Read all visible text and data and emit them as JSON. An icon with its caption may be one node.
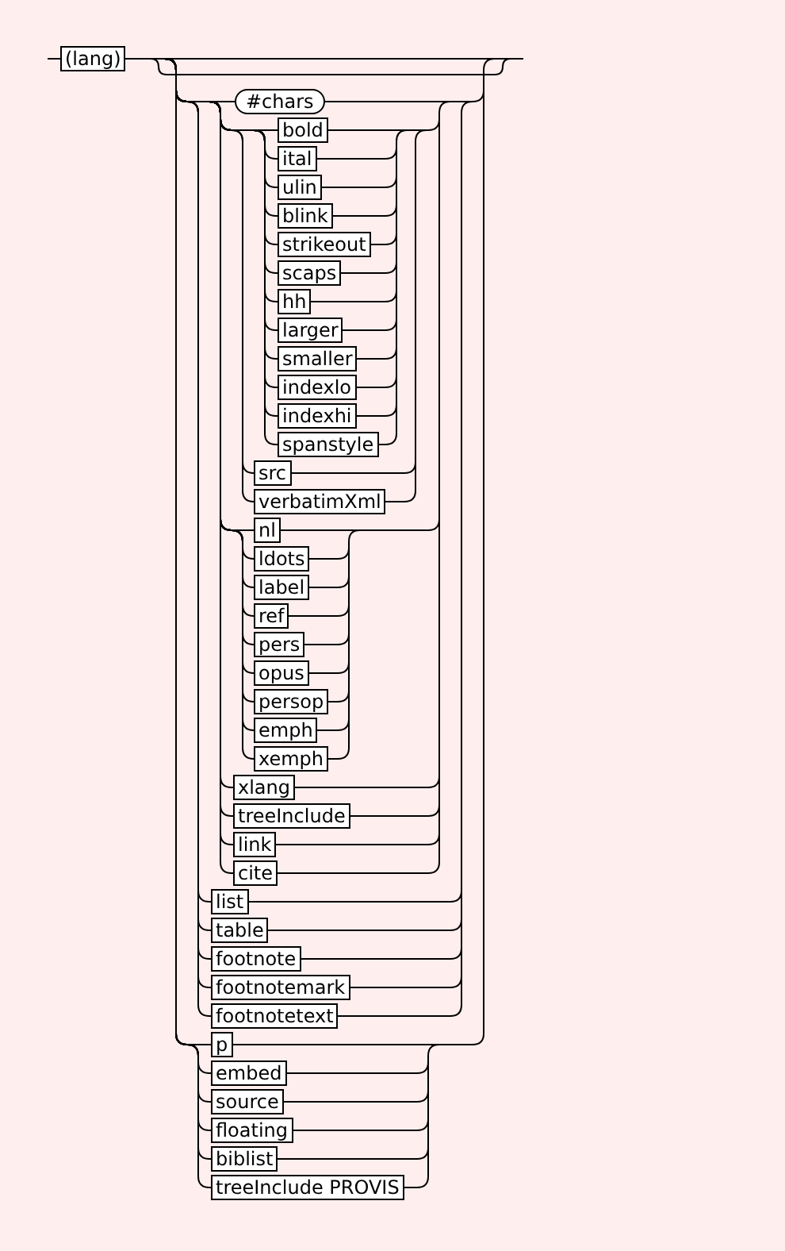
{
  "diagram": {
    "nodes": [
      {
        "text": [
          "(lang)"
        ]
      },
      {
        "text": [
          "#chars"
        ]
      },
      {
        "text": [
          "bold"
        ]
      },
      {
        "text": [
          "ital"
        ]
      },
      {
        "text": [
          "ulin"
        ]
      },
      {
        "text": [
          "blink"
        ]
      },
      {
        "text": [
          "strikeout"
        ]
      },
      {
        "text": [
          "scaps"
        ]
      },
      {
        "text": [
          "hh"
        ]
      },
      {
        "text": [
          "larger"
        ]
      },
      {
        "text": [
          "smaller"
        ]
      },
      {
        "text": [
          "indexlo"
        ]
      },
      {
        "text": [
          "indexhi"
        ]
      },
      {
        "text": [
          "spanstyle"
        ]
      },
      {
        "text": [
          "src"
        ]
      },
      {
        "text": [
          "verbatimXml"
        ]
      },
      {
        "text": [
          "nl"
        ]
      },
      {
        "text": [
          "ldots"
        ]
      },
      {
        "text": [
          "label"
        ]
      },
      {
        "text": [
          "ref"
        ]
      },
      {
        "text": [
          "pers"
        ]
      },
      {
        "text": [
          "opus"
        ]
      },
      {
        "text": [
          "persop"
        ]
      },
      {
        "text": [
          "emph"
        ]
      },
      {
        "text": [
          "xemph"
        ]
      },
      {
        "text": [
          "xlang"
        ]
      },
      {
        "text": [
          "treeInclude"
        ]
      },
      {
        "text": [
          "link"
        ]
      },
      {
        "text": [
          "cite"
        ]
      },
      {
        "text": [
          "list"
        ]
      },
      {
        "text": [
          "table"
        ]
      },
      {
        "text": [
          "footnote"
        ]
      },
      {
        "text": [
          "footnotemark"
        ]
      },
      {
        "text": [
          "footnotetext"
        ]
      },
      {
        "text": [
          "p"
        ]
      },
      {
        "text": [
          "embed"
        ]
      },
      {
        "text": [
          "source"
        ]
      },
      {
        "text": [
          "floating"
        ]
      },
      {
        "text": [
          "biblist"
        ]
      },
      {
        "text": [
          "treeInclude PROVIS"
        ]
      }
    ],
    "edges": [
      {
        "from": 0,
        "to": 1,
        "arrow": "none"
      },
      {
        "from": 0,
        "to": 2,
        "arrow": "none"
      },
      {
        "from": 0,
        "to": 3,
        "arrow": "none"
      },
      {
        "from": 0,
        "to": 4,
        "arrow": "none"
      },
      {
        "from": 0,
        "to": 5,
        "arrow": "none"
      },
      {
        "from": 0,
        "to": 6,
        "arrow": "none"
      },
      {
        "from": 0,
        "to": 7,
        "arrow": "none"
      },
      {
        "from": 0,
        "to": 8,
        "arrow": "none"
      },
      {
        "from": 0,
        "to": 9,
        "arrow": "none"
      },
      {
        "from": 0,
        "to": 10,
        "arrow": "none"
      },
      {
        "from": 0,
        "to": 11,
        "arrow": "none"
      },
      {
        "from": 0,
        "to": 12,
        "arrow": "none"
      },
      {
        "from": 0,
        "to": 13,
        "arrow": "none"
      },
      {
        "from": 0,
        "to": 14,
        "arrow": "none"
      },
      {
        "from": 0,
        "to": 15,
        "arrow": "none"
      },
      {
        "from": 0,
        "to": 16,
        "arrow": "none"
      },
      {
        "from": 0,
        "to": 17,
        "arrow": "none"
      },
      {
        "from": 0,
        "to": 18,
        "arrow": "none"
      },
      {
        "from": 0,
        "to": 19,
        "arrow": "none"
      },
      {
        "from": 0,
        "to": 20,
        "arrow": "none"
      },
      {
        "from": 0,
        "to": 21,
        "arrow": "none"
      },
      {
        "from": 0,
        "to": 22,
        "arrow": "none"
      },
      {
        "from": 0,
        "to": 23,
        "arrow": "none"
      },
      {
        "from": 0,
        "to": 24,
        "arrow": "none"
      },
      {
        "from": 0,
        "to": 25,
        "arrow": "none"
      },
      {
        "from": 0,
        "to": 26,
        "arrow": "none"
      },
      {
        "from": 0,
        "to": 27,
        "arrow": "none"
      },
      {
        "from": 0,
        "to": 28,
        "arrow": "none"
      },
      {
        "from": 0,
        "to": 29,
        "arrow": "none"
      },
      {
        "from": 0,
        "to": 30,
        "arrow": "none"
      },
      {
        "from": 0,
        "to": 31,
        "arrow": "none"
      },
      {
        "from": 0,
        "to": 32,
        "arrow": "none"
      },
      {
        "from": 0,
        "to": 33,
        "arrow": "none"
      },
      {
        "from": 0,
        "to": 34,
        "arrow": "none"
      },
      {
        "from": 0,
        "to": 35,
        "arrow": "none"
      },
      {
        "from": 0,
        "to": 36,
        "arrow": "none"
      },
      {
        "from": 0,
        "to": 37,
        "arrow": "none"
      },
      {
        "from": 0,
        "to": 38,
        "arrow": "none"
      },
      {
        "from": 0,
        "to": 39,
        "arrow": "none"
      }
    ]
  }
}
